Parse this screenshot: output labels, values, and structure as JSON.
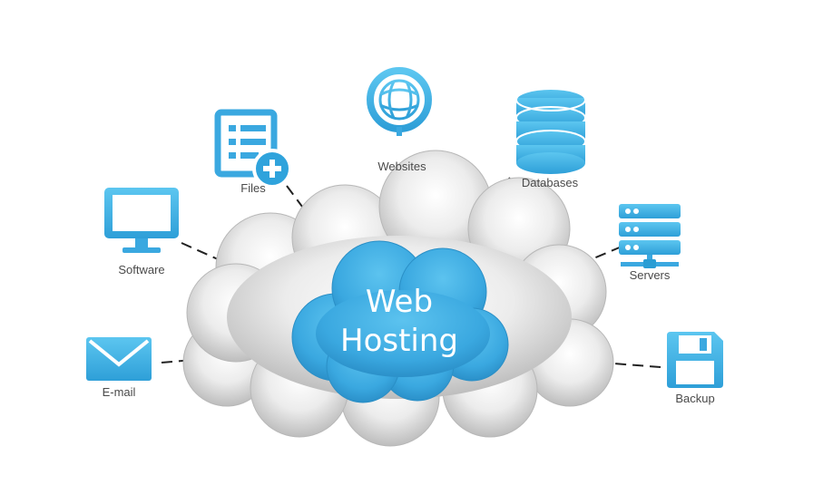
{
  "center": {
    "line1": "Web",
    "line2": "Hosting"
  },
  "colors": {
    "icon": "#43b4e6",
    "icon_dark": "#2a9dd4",
    "cloud_center": "#41aee4",
    "cloud_gray": "#d6d6d6",
    "line": "#222222"
  },
  "nodes": [
    {
      "id": "websites",
      "label": "Websites",
      "icon": "globe-icon"
    },
    {
      "id": "files",
      "label": "Files",
      "icon": "file-add-icon"
    },
    {
      "id": "databases",
      "label": "Databases",
      "icon": "database-icon"
    },
    {
      "id": "software",
      "label": "Software",
      "icon": "monitor-icon"
    },
    {
      "id": "servers",
      "label": "Servers",
      "icon": "server-icon"
    },
    {
      "id": "email",
      "label": "E-mail",
      "icon": "envelope-icon"
    },
    {
      "id": "backup",
      "label": "Backup",
      "icon": "floppy-disk-icon"
    }
  ]
}
